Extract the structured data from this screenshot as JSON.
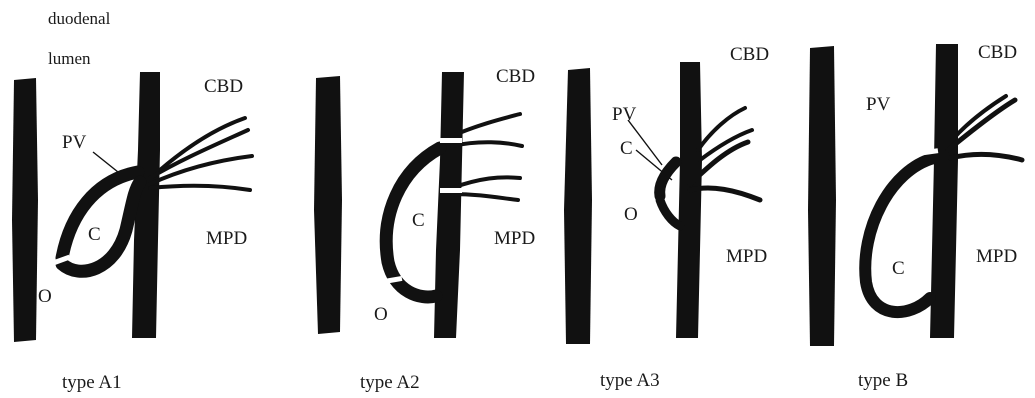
{
  "colors": {
    "ink": "#111111",
    "paper": "#ffffff"
  },
  "panels": [
    {
      "id": "A1",
      "caption": "type A1",
      "labels": {
        "duodenal": "duodenal",
        "lumen": "lumen",
        "cbd": "CBD",
        "pv": "PV",
        "c": "C",
        "mpd": "MPD",
        "o": "O"
      }
    },
    {
      "id": "A2",
      "caption": "type A2",
      "labels": {
        "cbd": "CBD",
        "c": "C",
        "mpd": "MPD",
        "o": "O"
      }
    },
    {
      "id": "A3",
      "caption": "type A3",
      "labels": {
        "cbd": "CBD",
        "pv": "PV",
        "c": "C",
        "o": "O",
        "mpd": "MPD"
      }
    },
    {
      "id": "B",
      "caption": "type B",
      "labels": {
        "cbd": "CBD",
        "pv": "PV",
        "c": "C",
        "mpd": "MPD"
      }
    }
  ]
}
